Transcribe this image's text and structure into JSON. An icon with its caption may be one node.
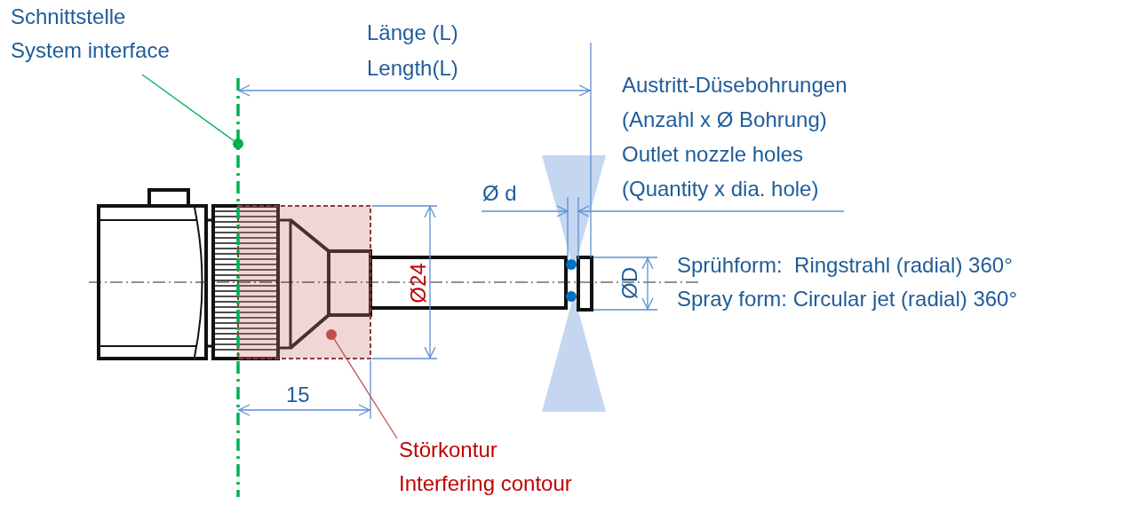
{
  "diagram": {
    "nodes": [
      {
        "text": [
          "Schnittstelle",
          "System interface"
        ]
      },
      {
        "text": [],
        "shape": "circle"
      },
      {
        "text": [
          "Störkontur",
          "Interfering contour"
        ]
      },
      {
        "text": [],
        "shape": "circle"
      }
    ],
    "edges": [
      {
        "from": 0,
        "to": 1,
        "arrow": "none",
        "color": "#00b050"
      },
      {
        "from": 2,
        "to": 3,
        "arrow": "none",
        "color": "#c0504d"
      }
    ],
    "labels": [
      "Länge (L)",
      "Length(L)",
      "Austritt-Düsebohrungen",
      "(Anzahl x Ø Bohrung)",
      "Outlet nozzle holes",
      "(Quantity x dia. hole)",
      "Ø d",
      "Sprühform:  Ringstrahl (radial) 360°",
      "Spray form: Circular jet (radial) 360°",
      "Ø24",
      "ØD",
      "15"
    ]
  }
}
